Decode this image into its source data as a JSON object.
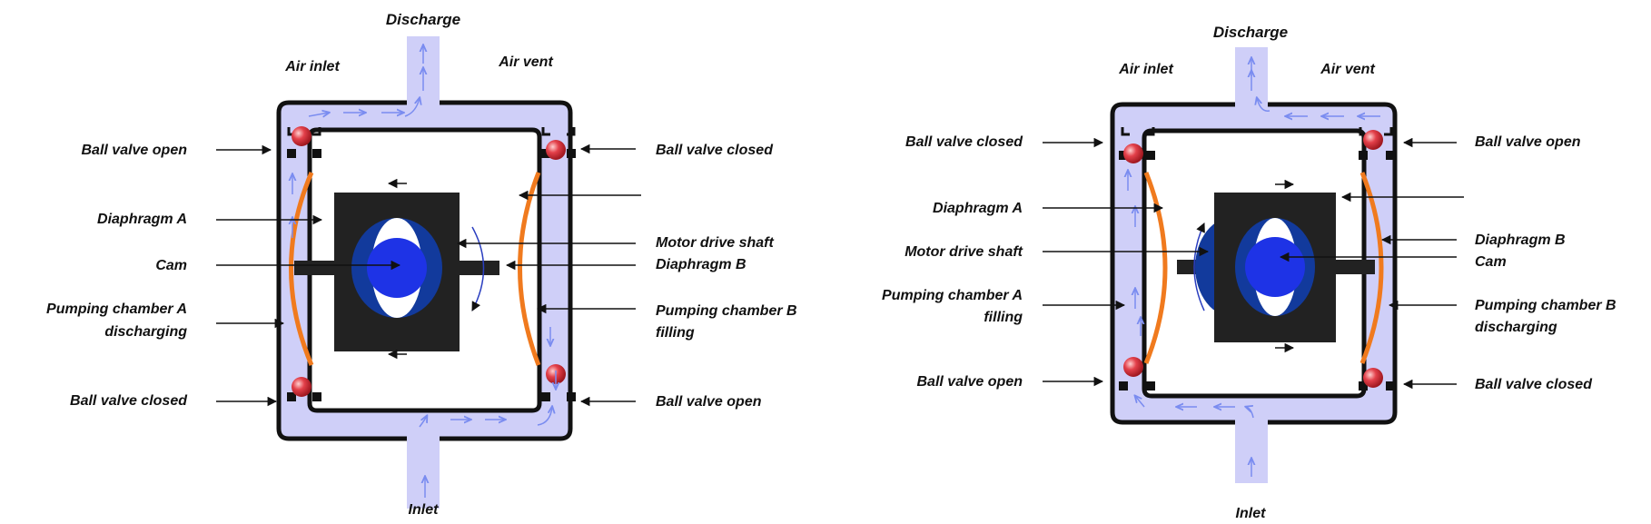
{
  "colors": {
    "fluid": "#cfcff8",
    "housing": "#111111",
    "diaphragm": "#f07a1e",
    "flow_arrow": "#7a8cf0",
    "ball": "#e3404a",
    "cam_outer": "#123a9c",
    "cam_inner": "#1e33e6",
    "motor": "#222222"
  },
  "left": {
    "discharge": "Discharge",
    "air_inlet": "Air inlet",
    "air_vent": "Air vent",
    "inlet": "Inlet",
    "ball_valve_top_left": "Ball valve open",
    "ball_valve_top_right": "Ball valve closed",
    "ball_valve_bottom_left": "Ball valve closed",
    "ball_valve_bottom_right": "Ball valve open",
    "diaphragm_a": "Diaphragm A",
    "cam": "Cam",
    "pumping_a_line1": "Pumping chamber A",
    "pumping_a_line2": "discharging",
    "motor_drive_shaft": "Motor drive shaft",
    "diaphragm_b": "Diaphragm B",
    "pumping_b_line1": "Pumping chamber B",
    "pumping_b_line2": "filling"
  },
  "right": {
    "discharge": "Discharge",
    "air_inlet": "Air inlet",
    "air_vent": "Air vent",
    "inlet": "Inlet",
    "ball_valve_top_left": "Ball valve closed",
    "ball_valve_top_right": "Ball valve open",
    "ball_valve_bottom_left": "Ball valve open",
    "ball_valve_bottom_right": "Ball valve closed",
    "diaphragm_a": "Diaphragm A",
    "motor_drive_shaft": "Motor drive shaft",
    "pumping_a_line1": "Pumping chamber A",
    "pumping_a_line2": "filling",
    "diaphragm_b": "Diaphragm B",
    "cam": "Cam",
    "pumping_b_line1": "Pumping chamber B",
    "pumping_b_line2": "discharging"
  }
}
